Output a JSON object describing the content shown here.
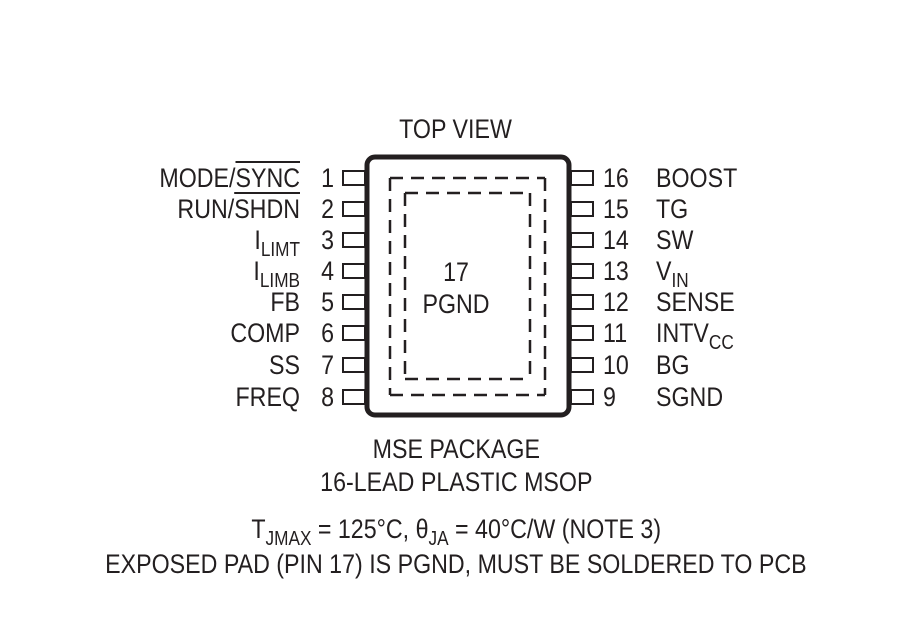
{
  "title": "TOP VIEW",
  "pad": {
    "number": "17",
    "label": "PGND"
  },
  "left_pins": [
    {
      "num": "1",
      "parts": [
        "MODE/",
        "SYNC"
      ]
    },
    {
      "num": "2",
      "parts": [
        "RUN/",
        "SHDN"
      ]
    },
    {
      "num": "3",
      "main": "I",
      "sub": "LIMT"
    },
    {
      "num": "4",
      "main": "I",
      "sub": "LIMB"
    },
    {
      "num": "5",
      "name": "FB"
    },
    {
      "num": "6",
      "name": "COMP"
    },
    {
      "num": "7",
      "name": "SS"
    },
    {
      "num": "8",
      "name": "FREQ"
    }
  ],
  "right_pins": [
    {
      "num": "16",
      "name": "BOOST"
    },
    {
      "num": "15",
      "name": "TG"
    },
    {
      "num": "14",
      "name": "SW"
    },
    {
      "num": "13",
      "main": "V",
      "sub": "IN"
    },
    {
      "num": "12",
      "name": "SENSE"
    },
    {
      "num": "11",
      "main": "INTV",
      "sub": "CC"
    },
    {
      "num": "10",
      "name": "BG"
    },
    {
      "num": "9",
      "name": "SGND"
    }
  ],
  "package": {
    "line1": "MSE PACKAGE",
    "line2": "16-LEAD PLASTIC MSOP"
  },
  "thermal": {
    "t_main": "T",
    "t_sub": "JMAX",
    "t_rest": " = 125°C, ",
    "theta_main": "θ",
    "theta_sub": "JA",
    "theta_rest": " = 40°C/W (NOTE 3)"
  },
  "note": "EXPOSED PAD (PIN 17) IS PGND, MUST BE SOLDERED TO PCB"
}
